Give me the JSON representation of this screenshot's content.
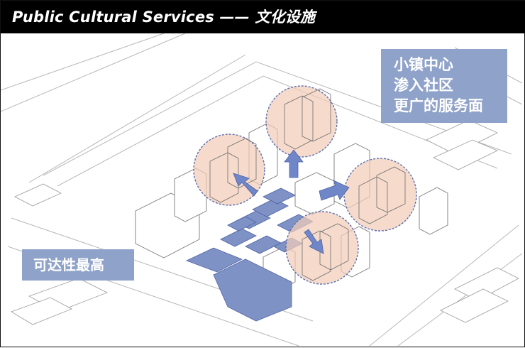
{
  "header": {
    "title": "Public Cultural Services —— 文化设施"
  },
  "callouts": {
    "service_area_lines": [
      "小镇中心",
      "渗入社区",
      "更广的服务面"
    ],
    "accessibility": "可达性最高"
  },
  "colors": {
    "header_bg": "#000000",
    "label_bg": "#8fa2c9",
    "circle_fill": "#f3cdb9",
    "circle_stroke": "#5b6fb0",
    "facility_blue": "#7f92c6",
    "arrow_blue": "#6f86c8"
  }
}
